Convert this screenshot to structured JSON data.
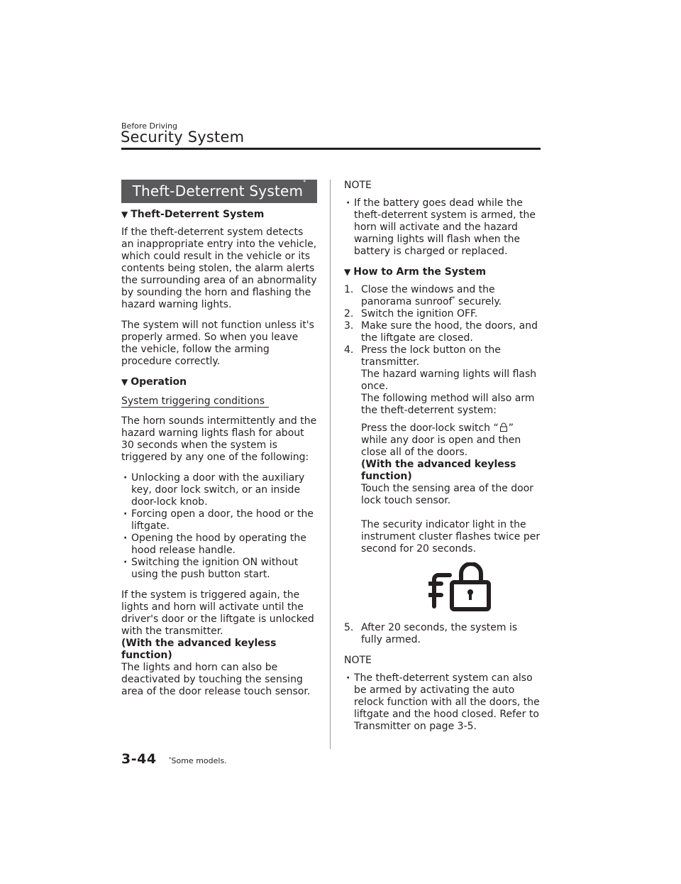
{
  "header": {
    "section": "Before Driving",
    "title": "Security System"
  },
  "left": {
    "banner_title": "Theft-Deterrent System",
    "banner_mark": "*",
    "sub1": "Theft-Deterrent System",
    "p1": "If the theft-deterrent system detects an inappropriate entry into the vehicle, which could result in the vehicle or its contents being stolen, the alarm alerts the surrounding area of an abnormality by sounding the horn and flashing the hazard warning lights.",
    "p2": "The system will not function unless it's properly armed. So when you leave the vehicle, follow the arming procedure correctly.",
    "sub2": "Operation",
    "underline_head": "System triggering conditions",
    "p3": "The horn sounds intermittently and the hazard warning lights flash for about 30 seconds when the system is triggered by any one of the following:",
    "bullets": [
      "Unlocking a door with the auxiliary key, door lock switch, or an inside door-lock knob.",
      "Forcing open a door, the hood or the liftgate.",
      "Opening the hood by operating the hood release handle.",
      "Switching the ignition ON without using the push button start."
    ],
    "p4": "If the system is triggered again, the lights and horn will activate until the driver's door or the liftgate is unlocked with the transmitter.",
    "p4_bold": "(With the advanced keyless function)",
    "p4_tail": "The lights and horn can also be deactivated by touching the sensing area of the door release touch sensor."
  },
  "right": {
    "note1_label": "NOTE",
    "note1_bullet": "If the battery goes dead while the theft-deterrent system is armed, the horn will activate and the hazard warning lights will flash when the battery is charged or replaced.",
    "sub3": "How to Arm the System",
    "step1_num": "1.",
    "step1_a": "Close the windows and the panorama sunroof",
    "step1_mark": "*",
    "step1_b": " securely.",
    "step2_num": "2.",
    "step2": "Switch the ignition OFF.",
    "step3_num": "3.",
    "step3": "Make sure the hood, the doors, and the liftgate are closed.",
    "step4_num": "4.",
    "step4_a": "Press the lock button on the transmitter.",
    "step4_b": "The hazard warning lights will flash once.",
    "step4_c": "The following method will also arm the theft-deterrent system:",
    "step4_d1": "Press the door-lock switch “",
    "step4_d2": "” while any door is open and then close all of the doors.",
    "step4_bold": "(With the advanced keyless function)",
    "step4_e": "Touch the sensing area of the door lock touch sensor.",
    "step4_f": "The security indicator light in the instrument cluster flashes twice per second for 20 seconds.",
    "step5_num": "5.",
    "step5": "After 20 seconds, the system is fully armed.",
    "note2_label": "NOTE",
    "note2_bullet": "The theft-deterrent system can also be armed by activating the auto relock function with all the doors, the liftgate and the hood closed. Refer to Transmitter on page 3-5."
  },
  "footer": {
    "page": "3-44",
    "note_mark": "*",
    "note": "Some models."
  }
}
